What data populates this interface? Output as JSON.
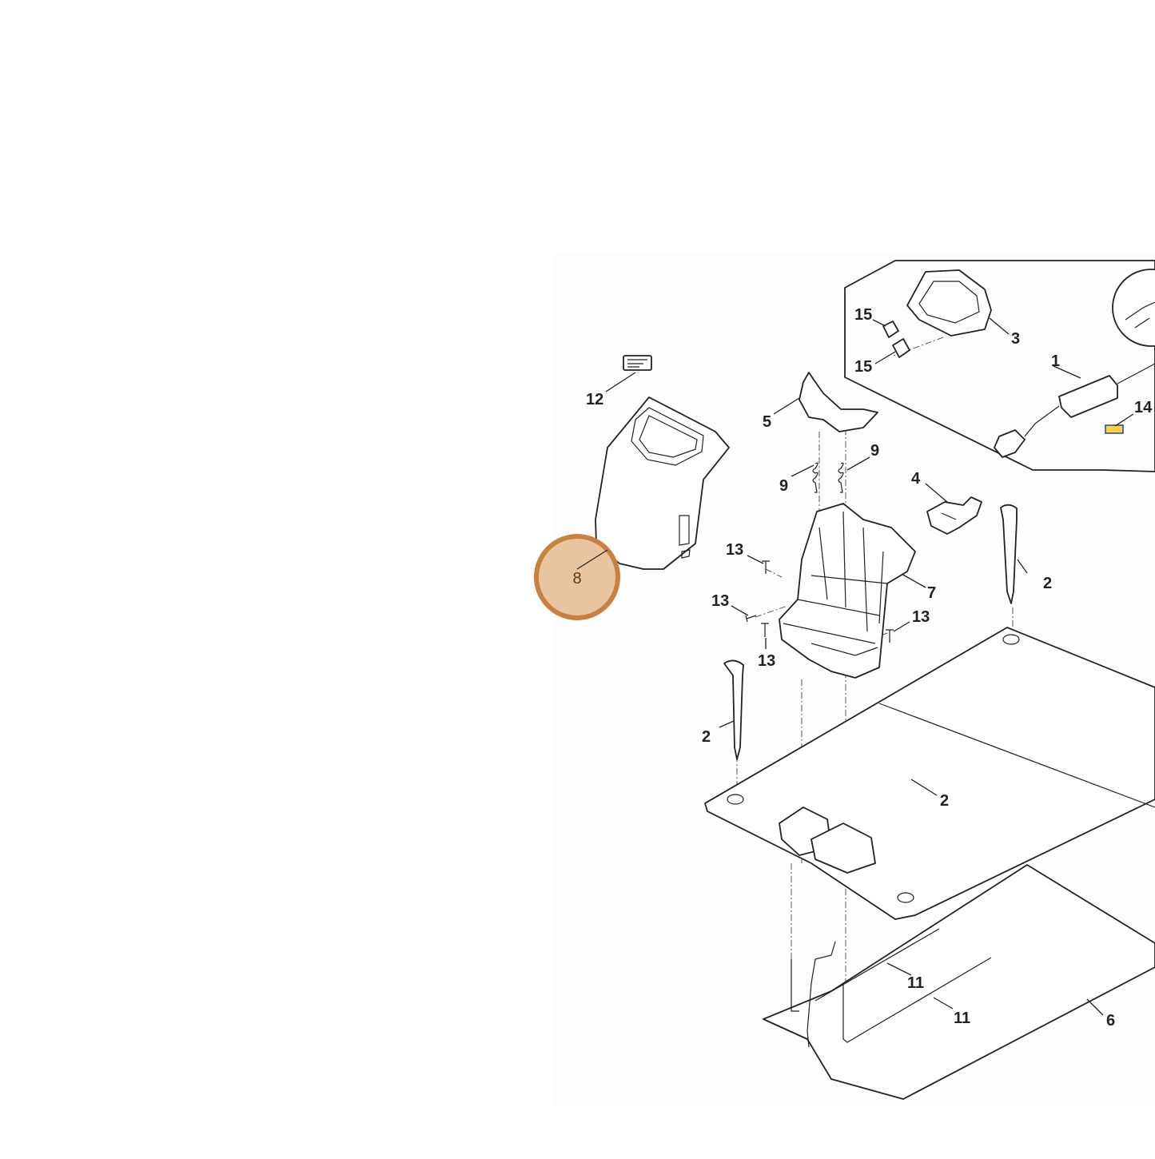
{
  "diagram": {
    "callouts": [
      {
        "id": "callout-1",
        "label": "1"
      },
      {
        "id": "callout-2a",
        "label": "2"
      },
      {
        "id": "callout-2b",
        "label": "2"
      },
      {
        "id": "callout-2c",
        "label": "2"
      },
      {
        "id": "callout-3",
        "label": "3"
      },
      {
        "id": "callout-4",
        "label": "4"
      },
      {
        "id": "callout-5",
        "label": "5"
      },
      {
        "id": "callout-6",
        "label": "6"
      },
      {
        "id": "callout-7",
        "label": "7"
      },
      {
        "id": "callout-9a",
        "label": "9"
      },
      {
        "id": "callout-9b",
        "label": "9"
      },
      {
        "id": "callout-11a",
        "label": "11"
      },
      {
        "id": "callout-11b",
        "label": "11"
      },
      {
        "id": "callout-12",
        "label": "12"
      },
      {
        "id": "callout-13a",
        "label": "13"
      },
      {
        "id": "callout-13b",
        "label": "13"
      },
      {
        "id": "callout-13c",
        "label": "13"
      },
      {
        "id": "callout-13d",
        "label": "13"
      },
      {
        "id": "callout-14",
        "label": "14"
      },
      {
        "id": "callout-15a",
        "label": "15"
      },
      {
        "id": "callout-15b",
        "label": "15"
      }
    ],
    "highlight": {
      "label": "8",
      "fill_color": "#e8c4a0",
      "ring_color": "#c8823f"
    }
  }
}
